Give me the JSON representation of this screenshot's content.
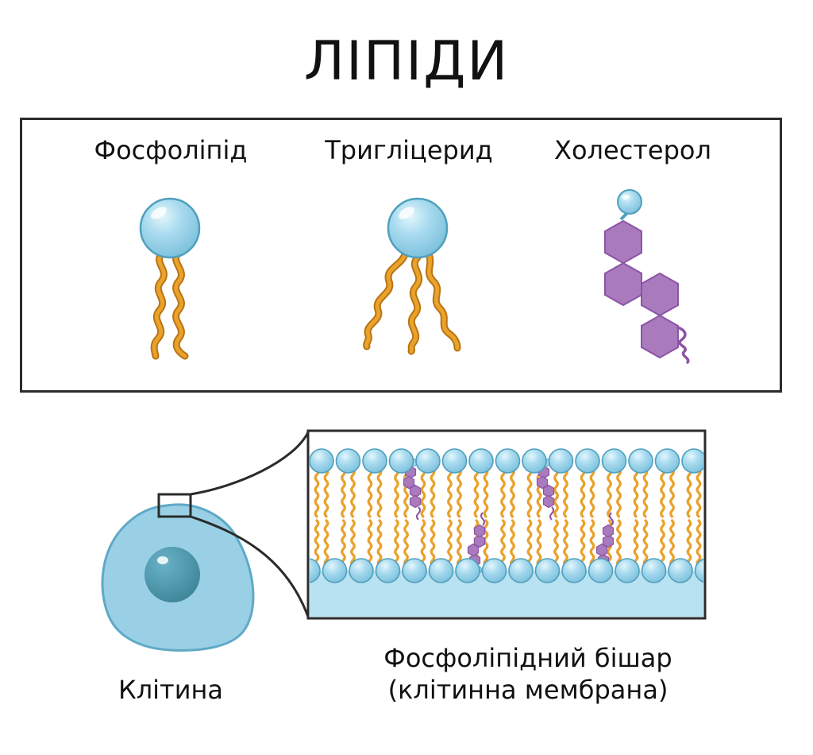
{
  "title": "ЛІПІДИ",
  "lipid_types": [
    {
      "label": "Фосфоліпід",
      "icon": "phospholipid-icon"
    },
    {
      "label": "Тригліцерид",
      "icon": "triglyceride-icon"
    },
    {
      "label": "Холестерол",
      "icon": "cholesterol-icon"
    }
  ],
  "cell": {
    "label": "Клітина"
  },
  "bilayer": {
    "label_line1": "Фосфоліпідний бішар",
    "label_line2": "(клітинна мембрана)"
  },
  "colors": {
    "head": "#9dd3ea",
    "head_stroke": "#4f9fbd",
    "tail": "#e9a22c",
    "tail_stroke": "#b87412",
    "cholesterol": "#a97bbd",
    "cholesterol_stroke": "#8b54a6",
    "cell_body": "#9ad0e6",
    "nucleus": "#4b98ad",
    "membrane_fill": "#b8e1f1",
    "outline": "#2b2b2b"
  }
}
